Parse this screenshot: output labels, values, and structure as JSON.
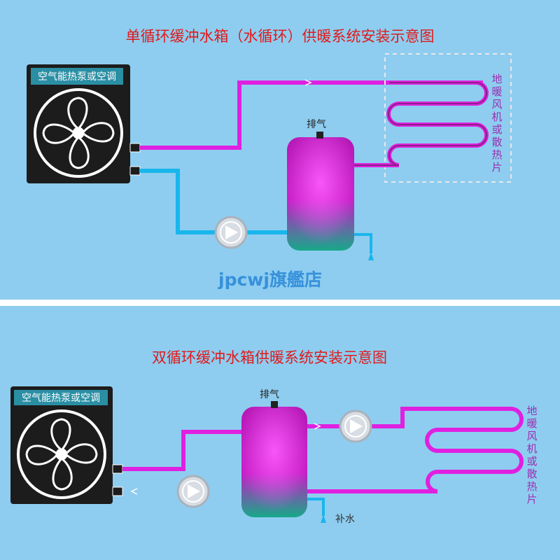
{
  "panel_single": {
    "title": "单循环缓冲水箱（水循环）供暖系统安装示意图",
    "unit_label": "空气能热泵或空调",
    "vent_label": "排气",
    "emitter_label": [
      "地",
      "暖",
      "风",
      "机",
      "或",
      "散",
      "热",
      "片"
    ],
    "watermark": "jpcwj旗艦店"
  },
  "panel_double": {
    "title": "双循环缓冲水箱供暖系统安装示意图",
    "unit_label": "空气能热泵或空调",
    "vent_label": "排气",
    "makeup_label": "补水",
    "emitter_label": [
      "地",
      "暖",
      "风",
      "机",
      "或",
      "散",
      "热",
      "片"
    ]
  },
  "colors": {
    "background": "#8ecdf0",
    "hot_pipe": "#e020e0",
    "cold_pipe": "#19b6ec",
    "title": "#e01a1a",
    "tank_top": "#d51cd5",
    "tank_bottom": "#1fa88c",
    "unit_body": "#1c1c1c"
  },
  "icons": [
    "fan-icon",
    "pump-icon",
    "arrow-icon",
    "valve-icon"
  ]
}
